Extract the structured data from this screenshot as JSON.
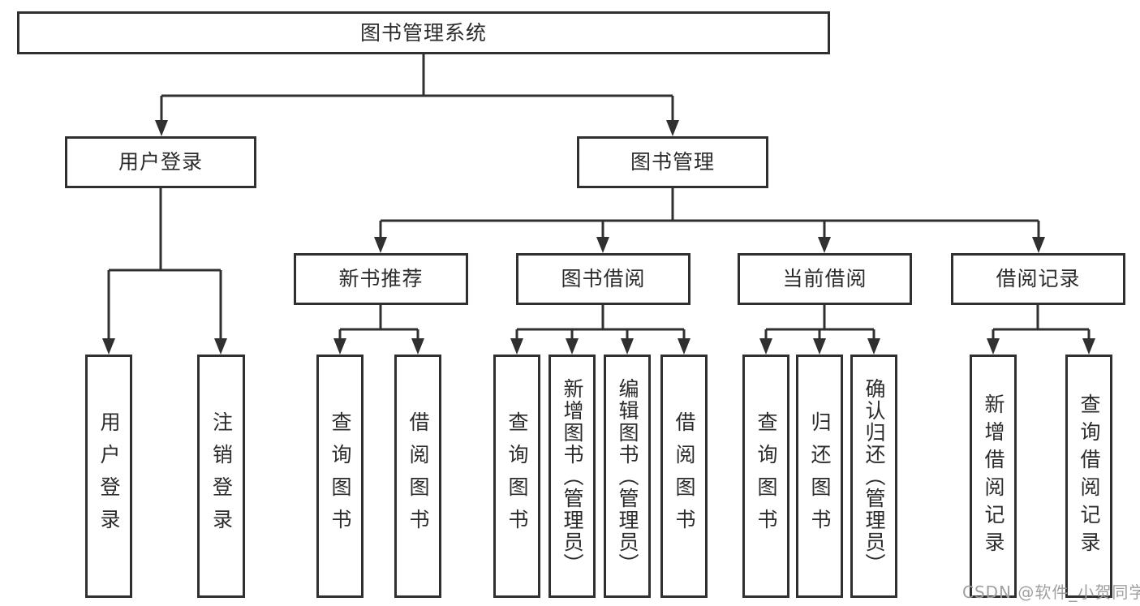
{
  "diagram": {
    "root": {
      "label": "图书管理系统"
    },
    "branches": [
      {
        "label": "用户登录",
        "children": [
          {
            "label": "用户登录"
          },
          {
            "label": "注销登录"
          }
        ]
      },
      {
        "label": "图书管理",
        "groups": [
          {
            "label": "新书推荐",
            "children": [
              {
                "label": "查询图书"
              },
              {
                "label": "借阅图书"
              }
            ]
          },
          {
            "label": "图书借阅",
            "children": [
              {
                "label": "查询图书"
              },
              {
                "label": "新增图书（管理员）"
              },
              {
                "label": "编辑图书（管理员）"
              },
              {
                "label": "借阅图书"
              }
            ]
          },
          {
            "label": "当前借阅",
            "children": [
              {
                "label": "查询图书"
              },
              {
                "label": "归还图书"
              },
              {
                "label": "确认归还（管理员）"
              }
            ]
          },
          {
            "label": "借阅记录",
            "children": [
              {
                "label": "新增借阅记录"
              },
              {
                "label": "查询借阅记录"
              }
            ]
          }
        ]
      }
    ]
  },
  "watermark": {
    "text": "CSDN @软件_小贺同学"
  },
  "colors": {
    "line": "#303030",
    "text": "#2b2b2b",
    "background": "#ffffff",
    "watermark": "#9f9f9f"
  }
}
